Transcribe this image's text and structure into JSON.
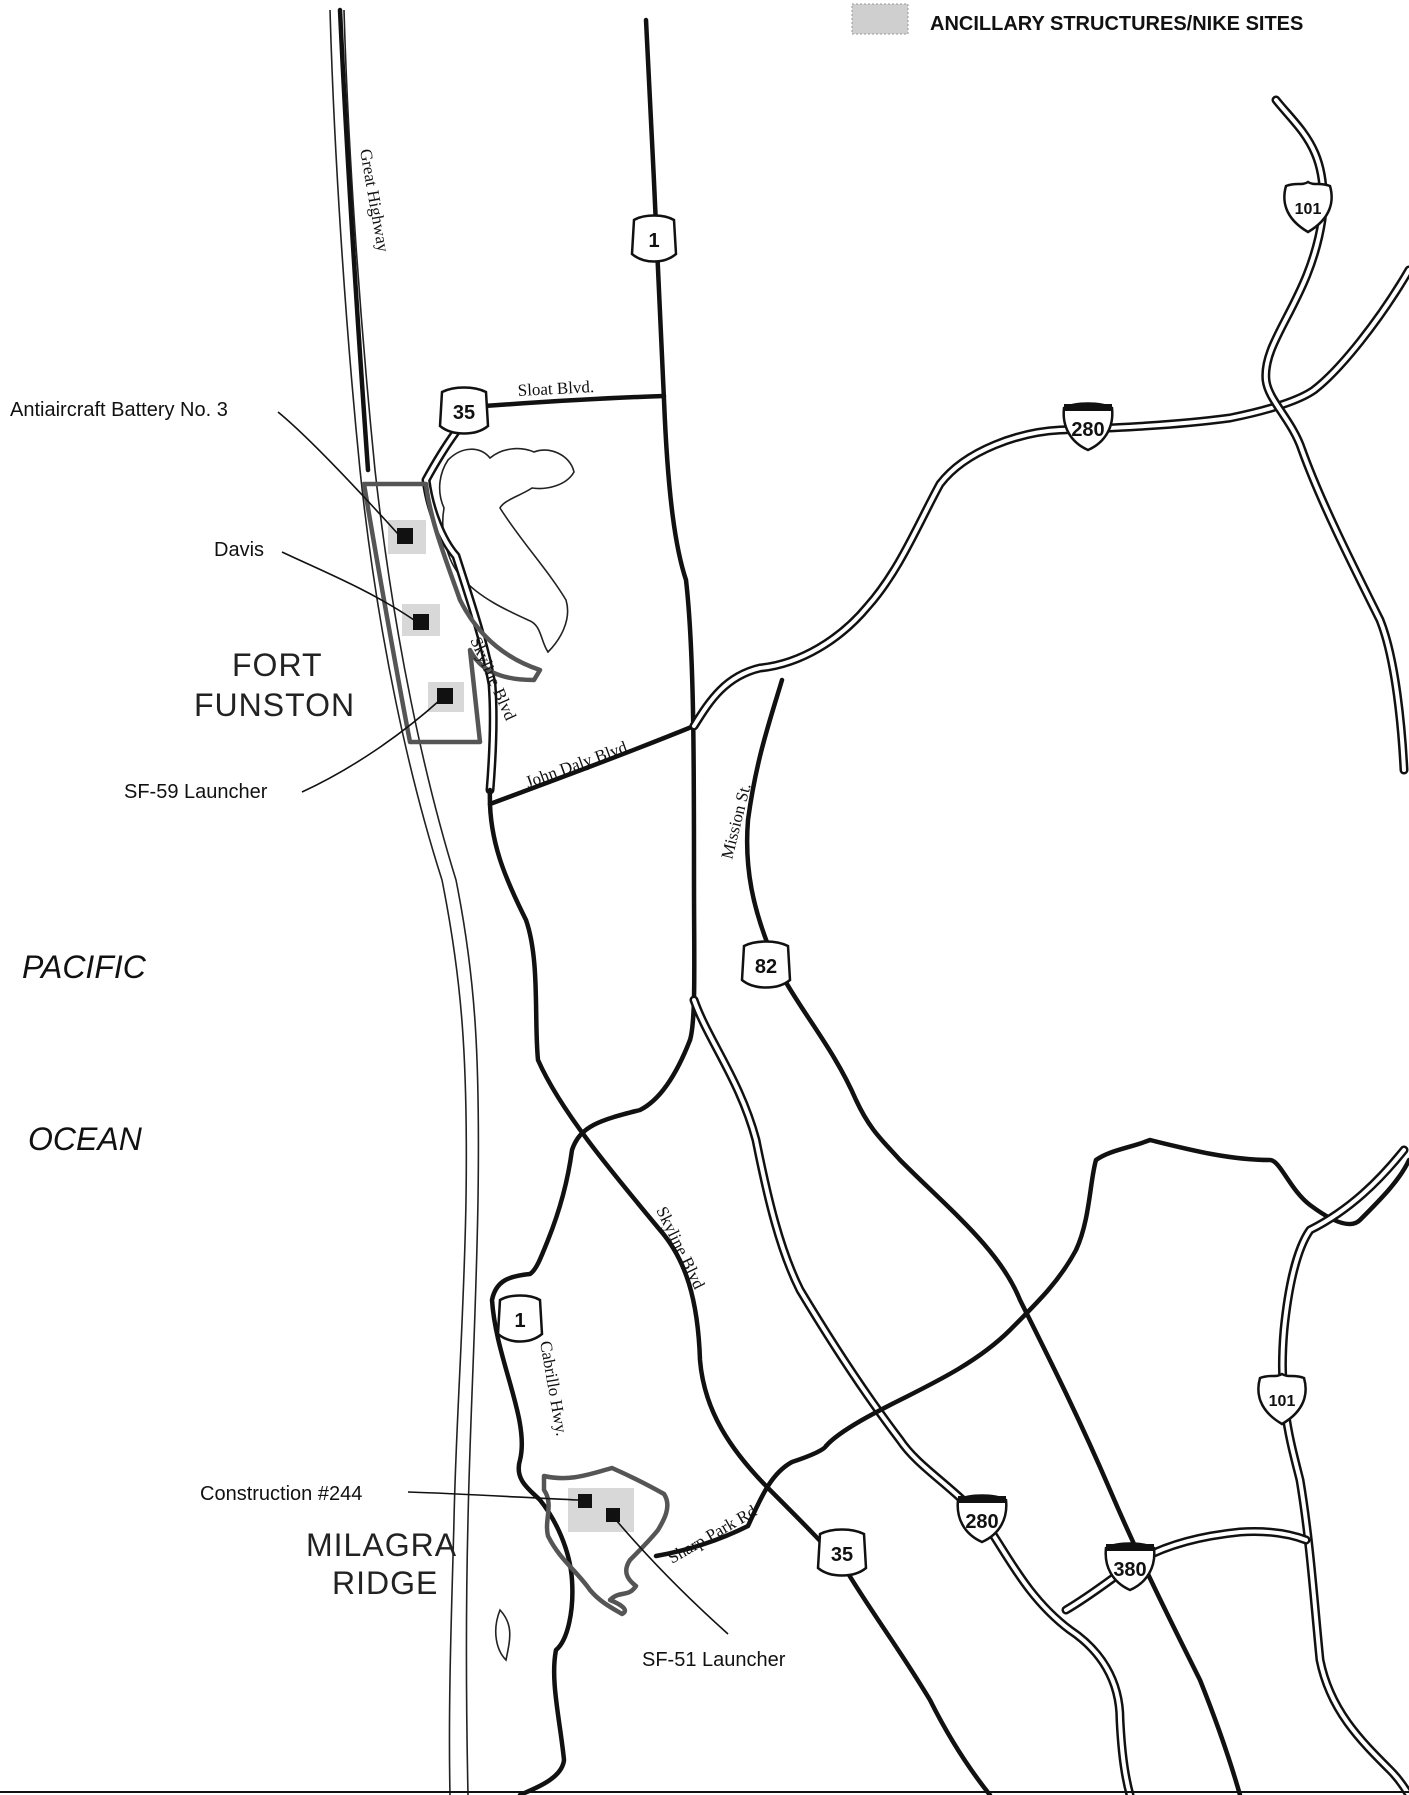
{
  "legend": {
    "label": "ANCILLARY STRUCTURES/NIKE SITES",
    "swatch_color": "#cfcfcf"
  },
  "water": {
    "line1": "PACIFIC",
    "line2": "OCEAN"
  },
  "areas": {
    "fort_funston": {
      "line1": "FORT",
      "line2": "FUNSTON"
    },
    "milagra_ridge": {
      "line1": "MILAGRA",
      "line2": "RIDGE"
    }
  },
  "sites": {
    "antiaircraft": "Antiaircraft Battery No. 3",
    "davis": "Davis",
    "sf59": "SF-59 Launcher",
    "construction244": "Construction #244",
    "sf51": "SF-51 Launcher"
  },
  "streets": {
    "great_highway": "Great Highway",
    "sloat": "Sloat Blvd.",
    "skyline_north": "Skyline Blvd",
    "john_daly": "John Daly Blvd.",
    "mission": "Mission St.",
    "skyline_south": "Skyline Blvd",
    "cabrillo": "Cabrillo Hwy.",
    "sharp_park": "Sharp Park Rd"
  },
  "shields": {
    "sr1_north": "1",
    "sr1_south": "1",
    "sr35_north": "35",
    "sr35_south": "35",
    "sr82": "82",
    "us101_north": "101",
    "us101_south": "101",
    "i280_north": "280",
    "i280_south": "280",
    "i380": "380"
  },
  "colors": {
    "ink": "#111111",
    "boundary": "#555555",
    "site_shading": "#d8d8d8"
  }
}
